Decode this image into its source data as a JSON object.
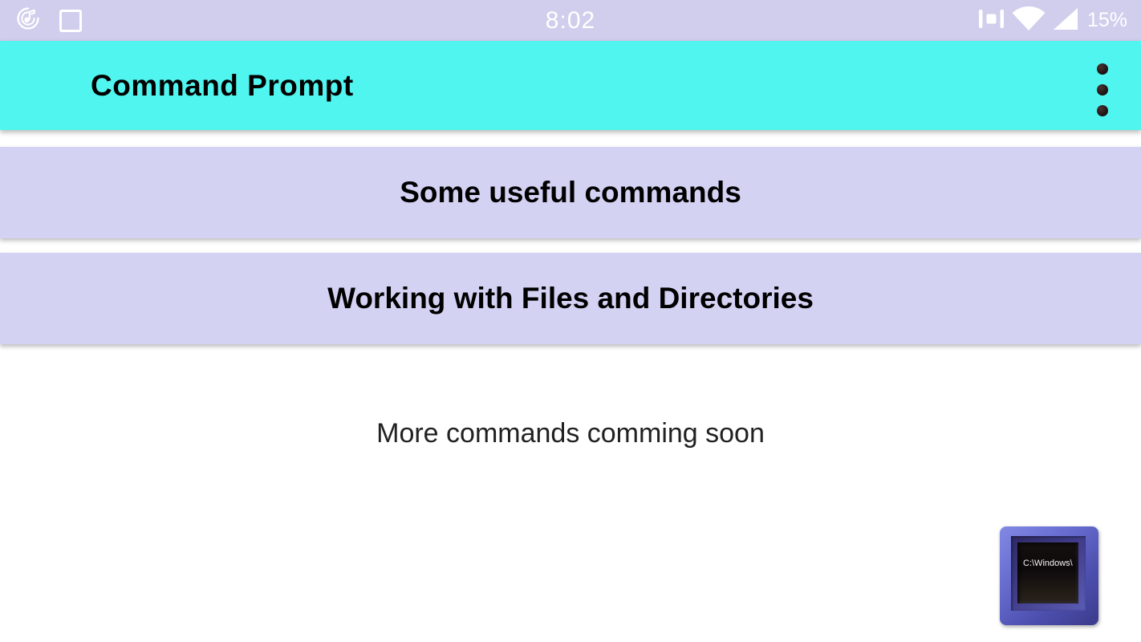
{
  "status_bar": {
    "time": "8:02",
    "battery_percent": "15%",
    "left_icons": [
      {
        "name": "music-note-swirl-icon"
      },
      {
        "name": "screenshot-frame-icon"
      }
    ],
    "right_icons": [
      {
        "name": "vibrate-icon"
      },
      {
        "name": "wifi-icon"
      },
      {
        "name": "cellular-signal-icon"
      }
    ]
  },
  "app_bar": {
    "title": "Command Prompt",
    "overflow_icon": "overflow-menu-icon"
  },
  "menu_buttons": [
    {
      "label": "Some useful commands"
    },
    {
      "label": "Working with Files and Directories"
    }
  ],
  "footer_note": "More commands comming soon",
  "floating_icon": {
    "screen_text": "C:\\Windows\\"
  },
  "colors": {
    "status_bar": "#d1cdec",
    "app_bar": "#4ff5ee",
    "menu_button": "#d4d2f3",
    "background": "#ffffff",
    "icon_frame_blue": "#5d63c6"
  }
}
